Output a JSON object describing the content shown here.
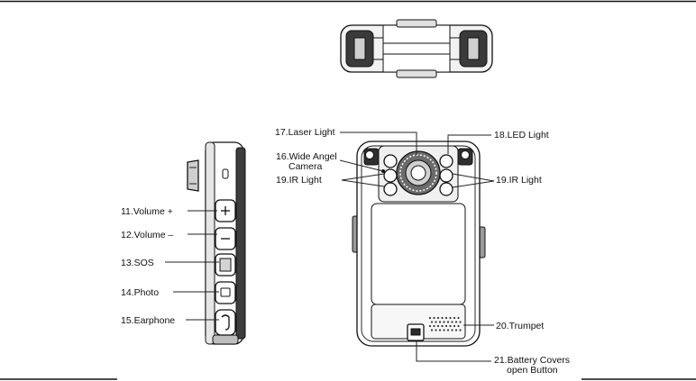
{
  "labels": {
    "volume_up": "11.Volume +",
    "volume_down": "12.Volume –",
    "sos": "13.SOS",
    "photo": "14.Photo",
    "earphone": "15.Earphone",
    "wide_angle_line1": "16.Wide Angel",
    "wide_angle_line2": "Camera",
    "laser": "17.Laser Light",
    "led": "18.LED Light",
    "ir_left": "19.IR Light",
    "ir_right": "19.IR Light",
    "trumpet": "20.Trumpet",
    "battery_line1": "21.Battery Covers",
    "battery_line2": "open Button"
  },
  "colors": {
    "outline": "#111111",
    "body_fill": "#ffffff",
    "dark_fill": "#2b2b2b",
    "mid_fill": "#8a8a8a",
    "light_fill": "#d9d9d9"
  }
}
